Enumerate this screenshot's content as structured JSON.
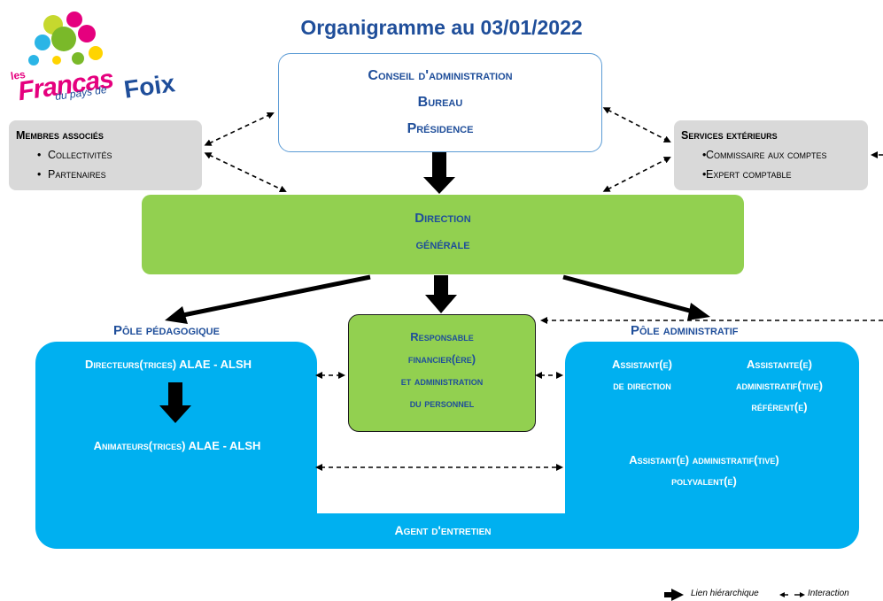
{
  "title": "Organigramme au 03/01/2022",
  "logo": {
    "line1": "les",
    "line2": "Francas",
    "line3": "du pays de",
    "line4": "Foix"
  },
  "conseil": {
    "line1": "Conseil d'administration",
    "line2": "Bureau",
    "line3": "Présidence"
  },
  "membres": {
    "title": "Membres associés",
    "items": [
      "Collectivités",
      "Partenaires"
    ]
  },
  "services": {
    "title": "Services extérieurs",
    "items": [
      "Commissaire aux comptes",
      "Expert comptable"
    ]
  },
  "direction": {
    "line1": "Direction",
    "line2": "générale"
  },
  "pole_peda": {
    "label": "Pôle pédagogique",
    "directeurs": "Directeurs(trices) ALAE - ALSH",
    "animateurs": "Animateurs(trices) ALAE - ALSH"
  },
  "responsable": {
    "line1": "Responsable",
    "line2": "financier(ère)",
    "line3": "et administration",
    "line4": "du personnel"
  },
  "pole_admin": {
    "label": "Pôle administratif",
    "assistant_dir_1": "Assistant(e)",
    "assistant_dir_2": "de direction",
    "assistante_ref_1": "Assistante(e)",
    "assistante_ref_2": "administratif(tive)",
    "assistante_ref_3": "référent(e)",
    "assistant_poly_1": "Assistant(e)  administratif(tive)",
    "assistant_poly_2": "polyvalent(e)"
  },
  "agent": "Agent d'entretien",
  "legend": {
    "hier": "Lien hiérarchique",
    "interaction": "Interaction"
  },
  "colors": {
    "title_blue": "#1f4e9a",
    "green": "#92d050",
    "cyan": "#00b0f0",
    "grey": "#d9d9d9"
  }
}
